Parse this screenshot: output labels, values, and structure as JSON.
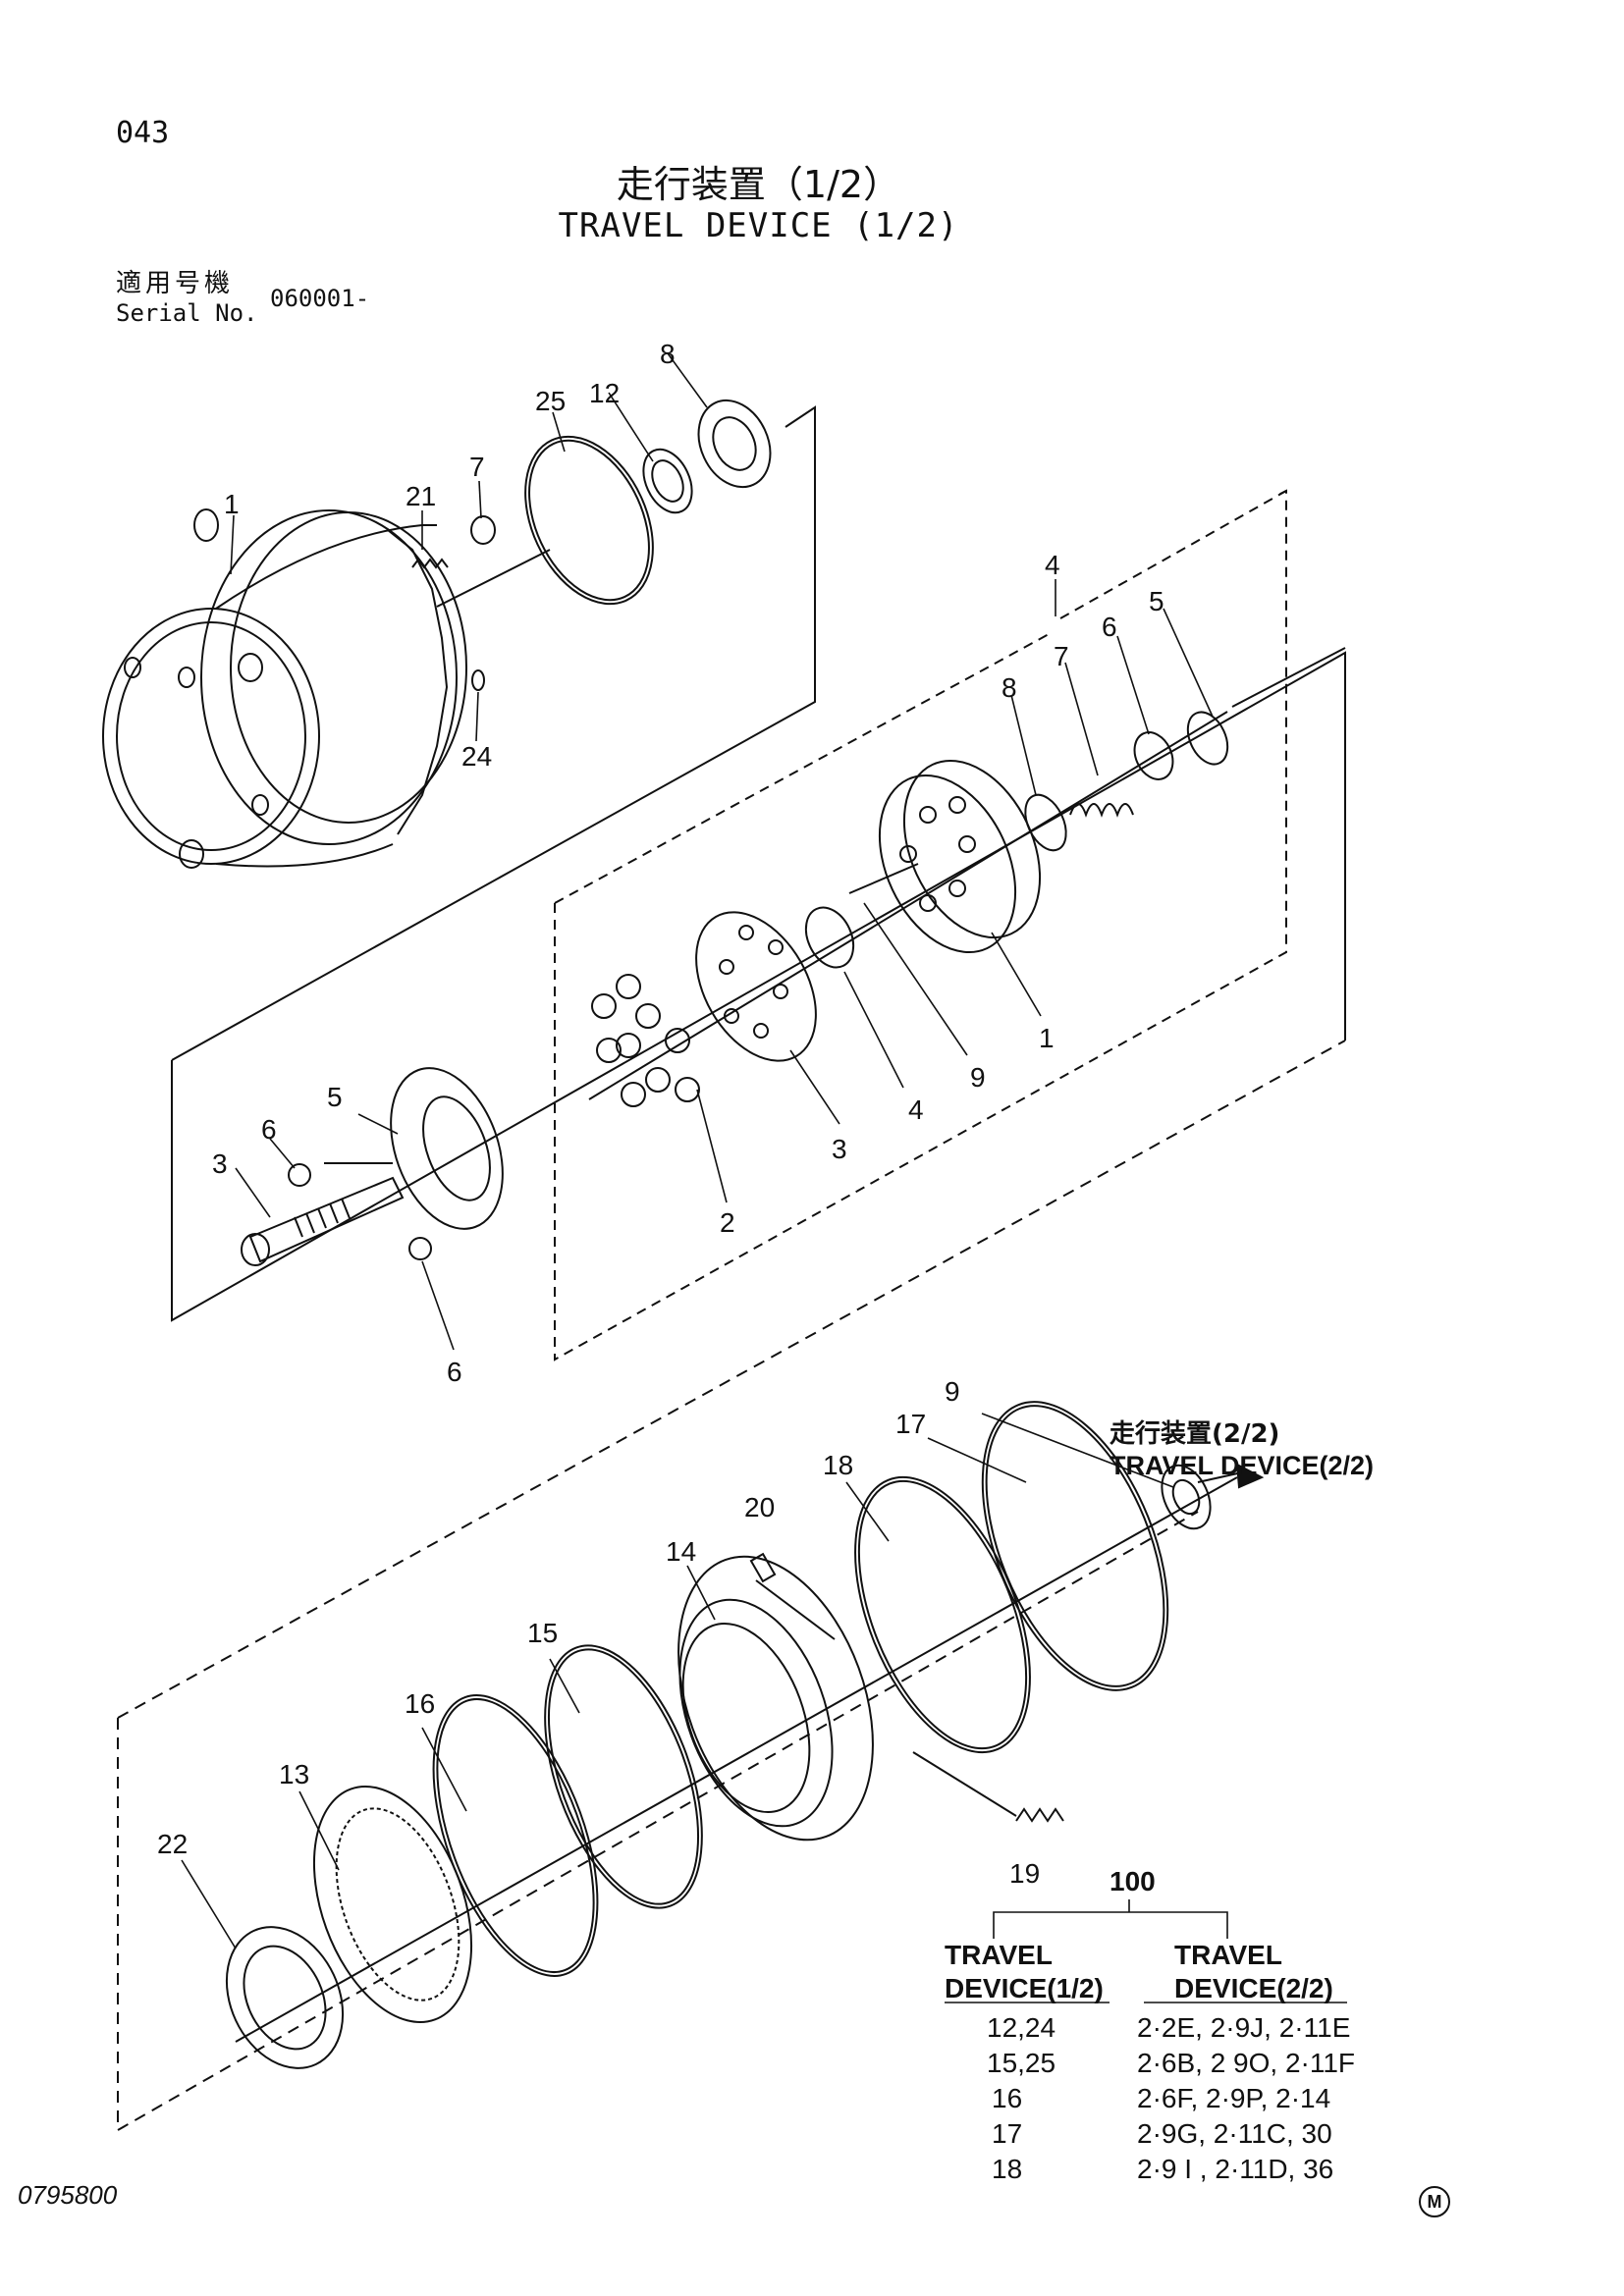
{
  "page_number": "043",
  "title_jp": "走行装置（1/2）",
  "title_en": "TRAVEL DEVICE (1/2)",
  "serial": {
    "label_jp": "適用号機",
    "label_en": "Serial No.",
    "value": "060001-"
  },
  "callouts": [
    "1",
    "21",
    "7",
    "25",
    "12",
    "8",
    "24",
    "4",
    "5",
    "6",
    "7",
    "8",
    "1",
    "9",
    "4",
    "3",
    "2",
    "5",
    "6",
    "3",
    "6",
    "9",
    "17",
    "18",
    "20",
    "14",
    "15",
    "16",
    "13",
    "22",
    "19"
  ],
  "reference": {
    "jp": "走行装置(2/2)",
    "en": "TRAVEL DEVICE(2/2)"
  },
  "table": {
    "group_label": "100",
    "col1_header": [
      "TRAVEL",
      "DEVICE(1/2)"
    ],
    "col2_header": [
      "TRAVEL",
      "DEVICE(2/2)"
    ],
    "rows": [
      {
        "a": "12,24",
        "b": "2·2E, 2·9J,  2·11E"
      },
      {
        "a": "15,25",
        "b": "2·6B, 2 9O, 2·11F"
      },
      {
        "a": "16",
        "b": "2·6F, 2·9P,  2·14"
      },
      {
        "a": "17",
        "b": "2·9G, 2·11C, 30"
      },
      {
        "a": "18",
        "b": "2·9 I , 2·11D, 36"
      }
    ]
  },
  "doc_number": "0795800",
  "mark": "M"
}
